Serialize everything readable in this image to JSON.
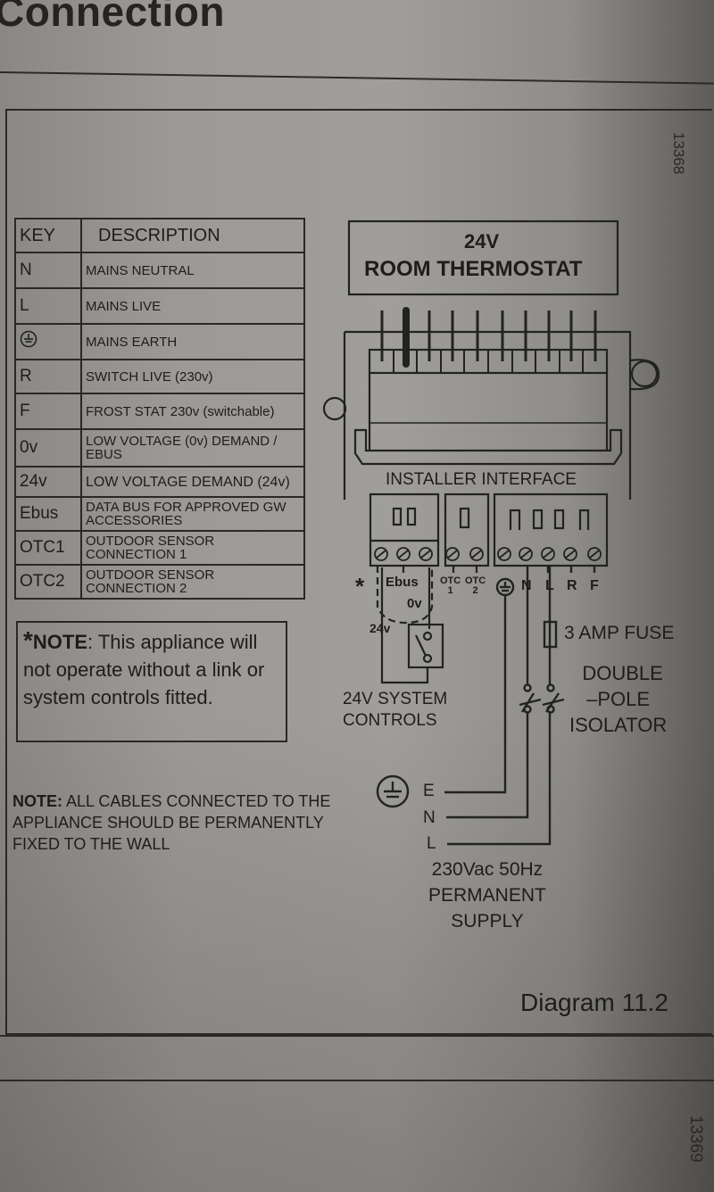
{
  "page": {
    "heading": "Connection",
    "image_code_top": "13368",
    "image_code_bottom": "13369",
    "diagram_caption": "Diagram 11.2"
  },
  "key_table": {
    "headers": {
      "key": "KEY",
      "description": "DESCRIPTION"
    },
    "rows": [
      {
        "key": "N",
        "description": "MAINS NEUTRAL"
      },
      {
        "key": "L",
        "description": "MAINS LIVE"
      },
      {
        "key": "⏚",
        "key_icon": "earth-icon",
        "description": "MAINS EARTH"
      },
      {
        "key": "R",
        "description": "SWITCH LIVE (230v)"
      },
      {
        "key": "F",
        "description": "FROST STAT 230v (switchable)"
      },
      {
        "key": "0v",
        "description": "LOW VOLTAGE (0v) DEMAND / EBUS"
      },
      {
        "key": "24v",
        "description": "LOW VOLTAGE DEMAND (24v)"
      },
      {
        "key": "Ebus",
        "description": "DATA BUS FOR APPROVED GW ACCESSORIES"
      },
      {
        "key": "OTC1",
        "description": "OUTDOOR SENSOR CONNECTION 1"
      },
      {
        "key": "OTC2",
        "description": "OUTDOOR SENSOR CONNECTION 2"
      }
    ]
  },
  "notes": {
    "star": "*",
    "note1_bold": "NOTE",
    "note1_text": ": This appliance will not operate without a link or system controls fitted.",
    "note2_bold": "NOTE:",
    "note2_text": " ALL CABLES CONNECTED TO THE APPLIANCE SHOULD BE PERMANENTLY FIXED TO THE WALL"
  },
  "diagram": {
    "thermostat_line1": "24V",
    "thermostat_line2": "ROOM THERMOSTAT",
    "installer_interface": "INSTALLER INTERFACE",
    "terminal_labels": {
      "star": "*",
      "ebus": "Ebus",
      "zero_v": "0v",
      "twenty_four_v": "24v",
      "otc1_top": "OTC",
      "otc1_num": "1",
      "otc2_top": "OTC",
      "otc2_num": "2",
      "n": "N",
      "l": "L",
      "r": "R",
      "f": "F"
    },
    "system_controls_line1": "24V SYSTEM",
    "system_controls_line2": "CONTROLS",
    "fuse_label": "3 AMP FUSE",
    "isolator_line1": "DOUBLE",
    "isolator_line2": "–POLE",
    "isolator_line3": "ISOLATOR",
    "supply_e": "E",
    "supply_n": "N",
    "supply_l": "L",
    "supply_line1": "230Vac 50Hz",
    "supply_line2": "PERMANENT",
    "supply_line3": "SUPPLY"
  }
}
